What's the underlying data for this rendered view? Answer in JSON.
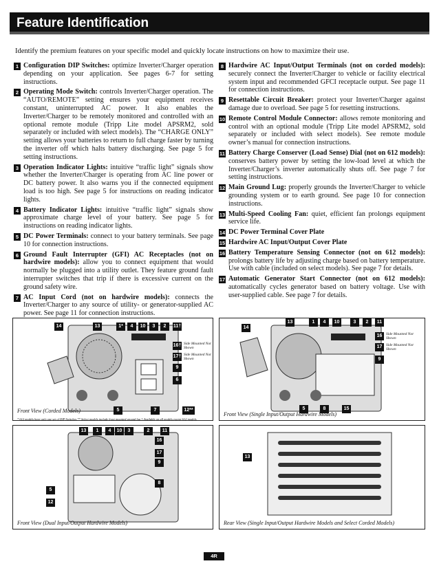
{
  "header": {
    "title": "Feature Identification"
  },
  "intro": "Identify the premium features on your specific model and quickly locate instructions on how to maximize their use.",
  "items_left": [
    {
      "n": "1",
      "term": "Configuration DIP Switches:",
      "text": " optimize Inverter/Charger operation depending on your application. See pages 6-7 for setting instructions."
    },
    {
      "n": "2",
      "term": "Operating Mode Switch:",
      "text": " controls Inverter/Charger operation. The “AUTO/REMOTE” setting ensures your equipment receives constant, uninterrupted AC power. It also enables the Inverter/Charger to be remotely monitored and controlled with an optional remote module (Tripp Lite model APSRM2, sold separately or included with select models). The “CHARGE ONLY” setting allows your batteries to return to full charge faster by turning the inverter off which halts battery discharging. See page 5 for setting instructions."
    },
    {
      "n": "3",
      "term": "Operation Indicator Lights:",
      "text": " intuitive “traffic light” signals show whether the Inverter/Charger is operating from AC line power or DC battery power. It also warns you if the connected equipment load is too high. See page 5 for instructions on reading indicator lights."
    },
    {
      "n": "4",
      "term": "Battery Indicator Lights:",
      "text": " intuitive “traffic light” signals show approximate charge level of your battery. See page 5 for instructions on reading indicator lights."
    },
    {
      "n": "5",
      "term": "DC Power Terminals:",
      "text": " connect to your battery terminals. See page 10 for connection instructions."
    },
    {
      "n": "6",
      "term": "Ground Fault Interrupter (GFI) AC Receptacles (not on hardwire models):",
      "text": " allow you to connect equipment that would normally be plugged into a utility outlet. They feature ground fault interrupter switches that trip if there is excessive current on the ground safety wire."
    },
    {
      "n": "7",
      "term": "AC Input Cord (not on hardwire models):",
      "text": " connects the Inverter/Charger to any source of utility- or generator-supplied AC power. See page 11 for connection instructions."
    }
  ],
  "items_right": [
    {
      "n": "8",
      "term": "Hardwire AC Input/Output Terminals (not on corded models):",
      "text": " securely connect the Inverter/Charger to vehicle or facility electrical system input and recommended GFCI receptacle output. See page 11 for connection instructions."
    },
    {
      "n": "9",
      "term": "Resettable Circuit Breaker:",
      "text": " protect your Inverter/Charger against damage due to overload. See page 5 for resetting instructions."
    },
    {
      "n": "10",
      "term": "Remote Control Module Connector:",
      "text": " allows remote monitoring and control with an optional module (Tripp Lite model APSRM2, sold separately or included with select models). See remote module owner’s manual for connection instructions."
    },
    {
      "n": "11",
      "term": "Battery Charge Conserver (Load Sense) Dial (not on 612 models):",
      "text": " conserves battery power by setting the low-load level at which the Inverter/Charger’s inverter automatically shuts off. See page 7 for setting instructions."
    },
    {
      "n": "12",
      "term": "Main Ground Lug:",
      "text": " properly grounds the Inverter/Charger to vehicle grounding system or to earth ground. See page 10 for connection instructions."
    },
    {
      "n": "13",
      "term": "Multi-Speed Cooling Fan:",
      "text": " quiet, efficient fan prolongs equipment service life."
    },
    {
      "n": "14",
      "term": "DC Power Terminal Cover Plate",
      "text": ""
    },
    {
      "n": "15",
      "term": "Hardwire AC Input/Output Cover Plate",
      "text": ""
    },
    {
      "n": "16",
      "term": "Battery Temperature Sensing Connector (not on 612 models):",
      "text": " prolongs battery life by adjusting charge based on battery temperature. Use with cable (included on select models). See page 7 for details."
    },
    {
      "n": "17",
      "term": "Automatic Generator Start Connector (not on 612 models):",
      "text": " automatically cycles generator based on battery voltage. Use with user-supplied cable. See page 7 for details."
    }
  ],
  "figures": {
    "corded": {
      "caption": "Front View (Corded Models)",
      "footnote": "* 612 models have only one set of DIP Switches  ** Select models include front mounted ground lug  † Available on all models except 612 models.",
      "callouts": [
        "14",
        "13",
        "1*",
        "4",
        "10",
        "3",
        "2",
        "11†",
        "16†",
        "17†",
        "9",
        "6",
        "5",
        "7",
        "12**"
      ],
      "side_label": "Side Mounted Not Shown"
    },
    "single_hw": {
      "caption": "Front View (Single Input/Output Hardwire Models)",
      "callouts": [
        "14",
        "13",
        "1",
        "4",
        "10",
        "3",
        "2",
        "11",
        "16",
        "17",
        "9",
        "5",
        "8",
        "15"
      ],
      "side_label": "Side Mounted Not Shown"
    },
    "dual_hw": {
      "caption": "Front View (Dual Input/Output Hardwire Models)",
      "callouts": [
        "13",
        "1",
        "4",
        "10",
        "3",
        "2",
        "11",
        "16",
        "17",
        "9",
        "5",
        "12",
        "8"
      ]
    },
    "rear": {
      "caption": "Rear View (Single Input/Output Hardwire Models and Select Corded Models)",
      "callouts": [
        "13"
      ]
    }
  },
  "page_number": "4R"
}
